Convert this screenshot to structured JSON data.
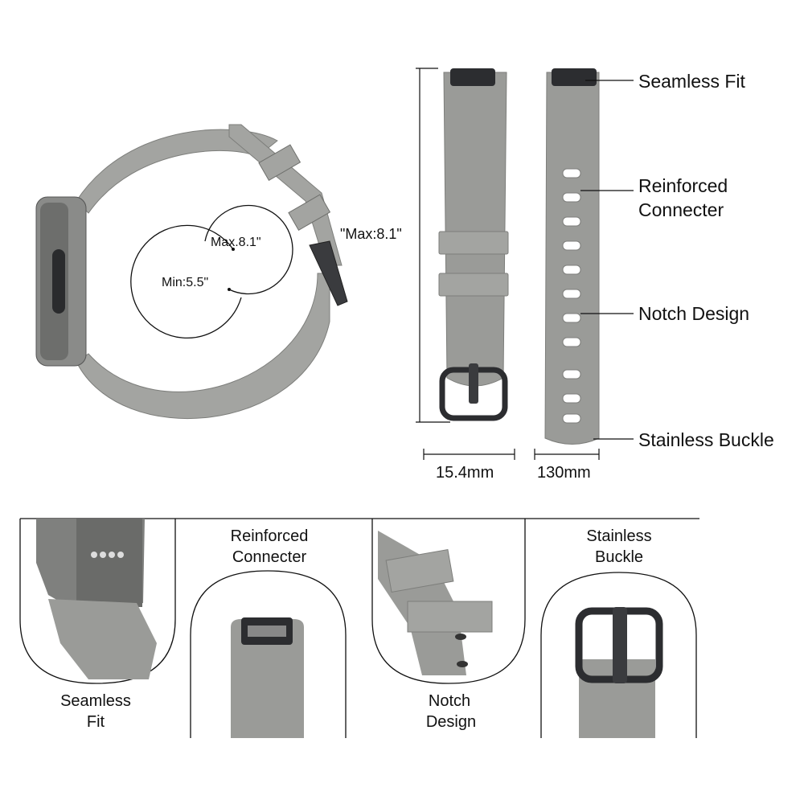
{
  "colors": {
    "band": "#9a9b98",
    "band_dark": "#7d7e7b",
    "buckle": "#2c2d30",
    "line": "#111111"
  },
  "top": {
    "circle_max": "Max.8.1\"",
    "circle_min": "Min:5.5\"",
    "loop_max": "\"Max:8.1\"",
    "width_dim": "15.4mm",
    "length_dim": "130mm",
    "callouts": {
      "seamless_fit": "Seamless Fit",
      "reinforced_line1": "Reinforced",
      "reinforced_line2": "Connecter",
      "notch_design": "Notch Design",
      "stainless_buckle": "Stainless Buckle"
    }
  },
  "panels": [
    {
      "line1": "Seamless",
      "line2": "Fit"
    },
    {
      "line1": "Reinforced",
      "line2": "Connecter"
    },
    {
      "line1": "Notch",
      "line2": "Design"
    },
    {
      "line1": "Stainless",
      "line2": "Buckle"
    }
  ]
}
